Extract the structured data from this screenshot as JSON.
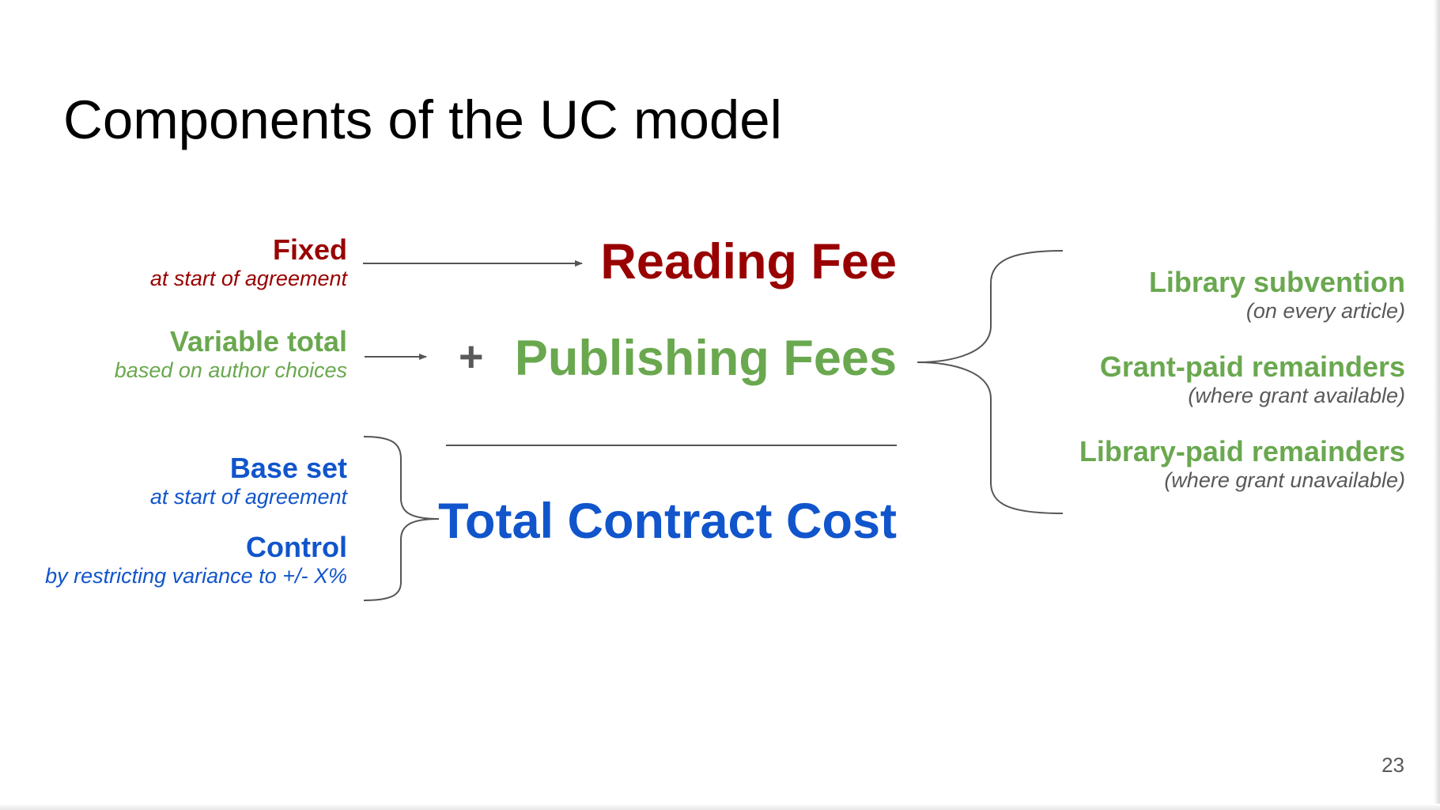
{
  "slide": {
    "title": "Components of the UC model",
    "page_number": "23"
  },
  "left": {
    "fixed": {
      "label": "Fixed",
      "sub": "at start of agreement"
    },
    "variable": {
      "label": "Variable total",
      "sub": "based on author choices"
    },
    "base_set": {
      "label": "Base set",
      "sub": "at start of agreement"
    },
    "control": {
      "label": "Control",
      "sub": "by restricting variance to +/- X%"
    }
  },
  "center": {
    "reading_fee": "Reading Fee",
    "plus": "+",
    "publishing_fees": "Publishing Fees",
    "total_contract_cost": "Total Contract Cost"
  },
  "right": {
    "items": [
      {
        "label": "Library subvention",
        "sub": "(on every article)"
      },
      {
        "label": "Grant-paid remainders",
        "sub": "(where grant available)"
      },
      {
        "label": "Library-paid remainders",
        "sub": "(where grant unavailable)"
      }
    ]
  },
  "colors": {
    "red": "#990000",
    "green": "#6aa84f",
    "blue": "#1155cc",
    "gray": "#595959"
  }
}
